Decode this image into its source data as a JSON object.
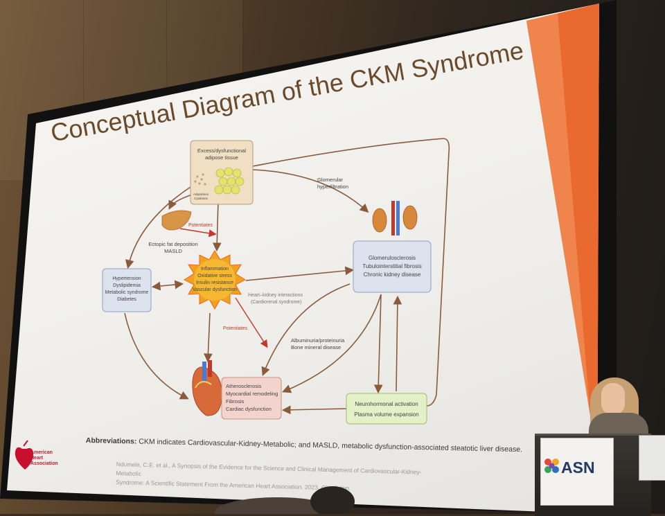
{
  "slide": {
    "title": "Conceptual Diagram of the CKM Syndrome",
    "boxes": {
      "adipose": [
        "Excess/dysfunctional",
        "adipose tissue"
      ],
      "adipose_small": [
        "Adipokines",
        "Cytokines"
      ],
      "liver": [
        "Ectopic fat deposition",
        "MASLD"
      ],
      "risk_factors": [
        "Hypertension",
        "Dyslipidemia",
        "Metabolic syndrome",
        "Diabetes"
      ],
      "inflammation": [
        "Inflammation",
        "Oxidative stress",
        "Insulin resistance",
        "Vascular dysfunction"
      ],
      "kidney": [
        "Glomerulosclerosis",
        "Tubulointerstitial fibrosis",
        "Chronic kidney disease"
      ],
      "cardiac": [
        "Atherosclerosis",
        "Myocardial remodeling",
        "Fibrosis",
        "Cardiac dysfunction"
      ],
      "neurohormonal": [
        "Neurohormonal activation",
        "Plasma volume expansion"
      ]
    },
    "labels": {
      "glomerular": [
        "Glomerular",
        "hyperfiltration"
      ],
      "potentiates_1": "Potentiates",
      "potentiates_2": "Potentiates",
      "heart_kidney": [
        "Heart–kidney interactions",
        "(Cardiorenal syndrome)"
      ],
      "albuminuria": [
        "Albuminuria/proteinuria",
        "Bone mineral disease"
      ]
    },
    "abbreviations_label": "Abbreviations:",
    "abbreviations_text": "CKM indicates Cardiovascular-Kidney-Metabolic; and MASLD, metabolic dysfunction-associated steatotic liver disease.",
    "citation_line1": "Ndumele, C.E. et al., A Synopsis of the Evidence for the Science and Clinical Management of Cardiovascular-Kidney-Metabolic",
    "citation_line2_prefix": "Syndrome: A Scientific Statement From the American Heart Association. 2023. ",
    "citation_journal": "Circulation.",
    "aha_logo_text": [
      "American",
      "Heart",
      "Association"
    ]
  },
  "podium": {
    "brand": "ASN",
    "icon": "asn-logo-dots"
  },
  "colors": {
    "title": "#6b4a2b",
    "accent_orange": "#e9692e",
    "arrow": "#8a5a3b",
    "potentiates": "#c0392b",
    "box_blue": "#dde3ee",
    "box_red": "#f3d4cc",
    "box_green": "#e3f0c8",
    "box_tan": "#f1dfc3"
  }
}
